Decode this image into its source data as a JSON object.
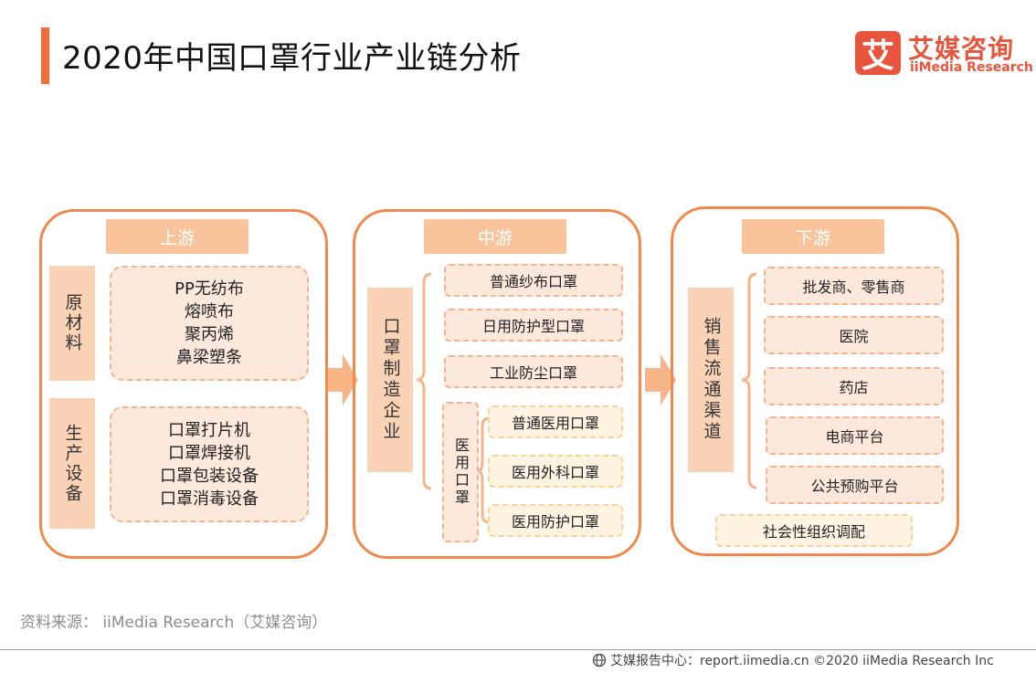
{
  "title": "2020年中国口罩行业产业链分析",
  "brand": {
    "logo_char": "艾",
    "name_cn": "艾媒咨询",
    "name_en": "iiMedia Research",
    "accent": "#e8553d"
  },
  "colors": {
    "accent_orange": "#f0894c",
    "label_fill": "#f9c39b",
    "cat_fill": "#fad2b5",
    "box_fill": "#fde9dc"
  },
  "upstream": {
    "label": "上游",
    "raw_materials": {
      "category": "原材料",
      "items": [
        "PP无纺布",
        "熔喷布",
        "聚丙烯",
        "鼻梁塑条"
      ]
    },
    "equipment": {
      "category": "生产设备",
      "items": [
        "口罩打片机",
        "口罩焊接机",
        "口罩包装设备",
        "口罩消毒设备"
      ]
    }
  },
  "midstream": {
    "label": "中游",
    "category": "口罩制造企业",
    "items": [
      "普通纱布口罩",
      "日用防护型口罩",
      "工业防尘口罩"
    ],
    "medical": {
      "category": "医用口罩",
      "items": [
        "普通医用口罩",
        "医用外科口罩",
        "医用防护口罩"
      ]
    }
  },
  "downstream": {
    "label": "下游",
    "category": "销售流通渠道",
    "items": [
      "批发商、零售商",
      "医院",
      "药店",
      "电商平台",
      "公共预购平台"
    ],
    "extra": "社会性组织调配"
  },
  "footer": {
    "source": "资料来源： iiMedia Research（艾媒咨询）",
    "right_text": "艾媒报告中心：report.iimedia.cn  ©2020  iiMedia Research  Inc",
    "icon": "globe-icon"
  }
}
